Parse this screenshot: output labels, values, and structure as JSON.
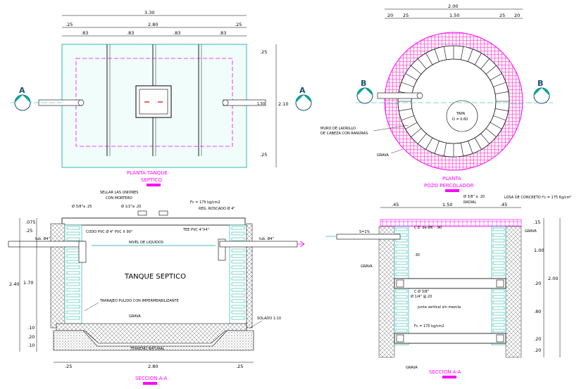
{
  "views": {
    "plan_tank": {
      "title1": "PLANTA TANQUE",
      "title2": "SEPTICO",
      "dim_total": "3.30",
      "dim_sub": [
        ".25",
        "2.80",
        ".25"
      ],
      "dim_bays": [
        ".83",
        ".83",
        ".83",
        ".83"
      ],
      "dim_right": [
        ".25",
        "2.10",
        ".25"
      ],
      "section_marker": "A",
      "pipe_dim": "1.50"
    },
    "plan_pozo": {
      "title1": "PLANTA",
      "title2": "POZO PERCOLADOR",
      "dim_total": "2.00",
      "dim_sub": [
        "20",
        "25",
        "1.50",
        "25",
        "20"
      ],
      "section_marker": "B",
      "tapa": "TAPA",
      "tapa_d": "D = 0.60",
      "muro1": "MURO DE LADRILLO",
      "muro2": "DE CABEZA CON RANURAS",
      "grava": "GRAVA"
    },
    "section_tank": {
      "title": "SECCION A-A",
      "name": "TANQUE SEPTICO",
      "sellar1": "SELLAR LAS UNIONES",
      "sellar2": "CON MORTERO",
      "bar1": "Ø 3/8\"a .25",
      "bar2": "Ø 1/2\"a .20",
      "fc": "Fc = 175 kg/cm2",
      "reg": "REG. ROSCADO Ø 4\"",
      "codo": "CODO PVC Ø 4\" PVC X 90°",
      "tee": "TEE PVC  4\"X4\"",
      "nivel": "NIVEL DE LIQUIDOS",
      "tub_in": "tub. Ø4\"",
      "tub_out": "tub. Ø4\"",
      "tarrajeo": "TARRAJEO PULIDO CON IMPERMEABILIZANTE",
      "grava": "GRAVA",
      "solado": "SOLADO 1:10",
      "terreno": "TERRENO NATURAL",
      "dim_left": [
        ".075",
        ".25",
        "1.70",
        ".10",
        ".20",
        ".10"
      ],
      "dim_total_h": "2.40",
      "dim_bottom": [
        ".25",
        "2.80",
        ".25"
      ]
    },
    "section_pozo": {
      "title": "SECCION A-A",
      "losa": "LOSA DE CONCRETO  f'c = 175 Kg/cm²",
      "bar": "Ø 3/8\" a .20",
      "radial": "RADIAL",
      "ce": "C.E. de Ø6 - .90",
      "s": "S=1%",
      "grava_l": "GRAVA",
      "grava_r": "GRAVA",
      "grava_b": "GRAVA",
      "col1": "C Ø 3/8\"",
      "col2": "Ø 1/4\" @.20",
      "junta": "junta vertical sin mezcla",
      "fc": "Fc = 175 kg/cm2",
      "dim_top": [
        ".45",
        "1.50",
        ".45"
      ],
      "dim_right": [
        ".15",
        "1.00",
        ".20",
        ".80",
        ".20",
        ".20"
      ],
      "dim_total": "2.00",
      "dim_30": ".30"
    }
  }
}
